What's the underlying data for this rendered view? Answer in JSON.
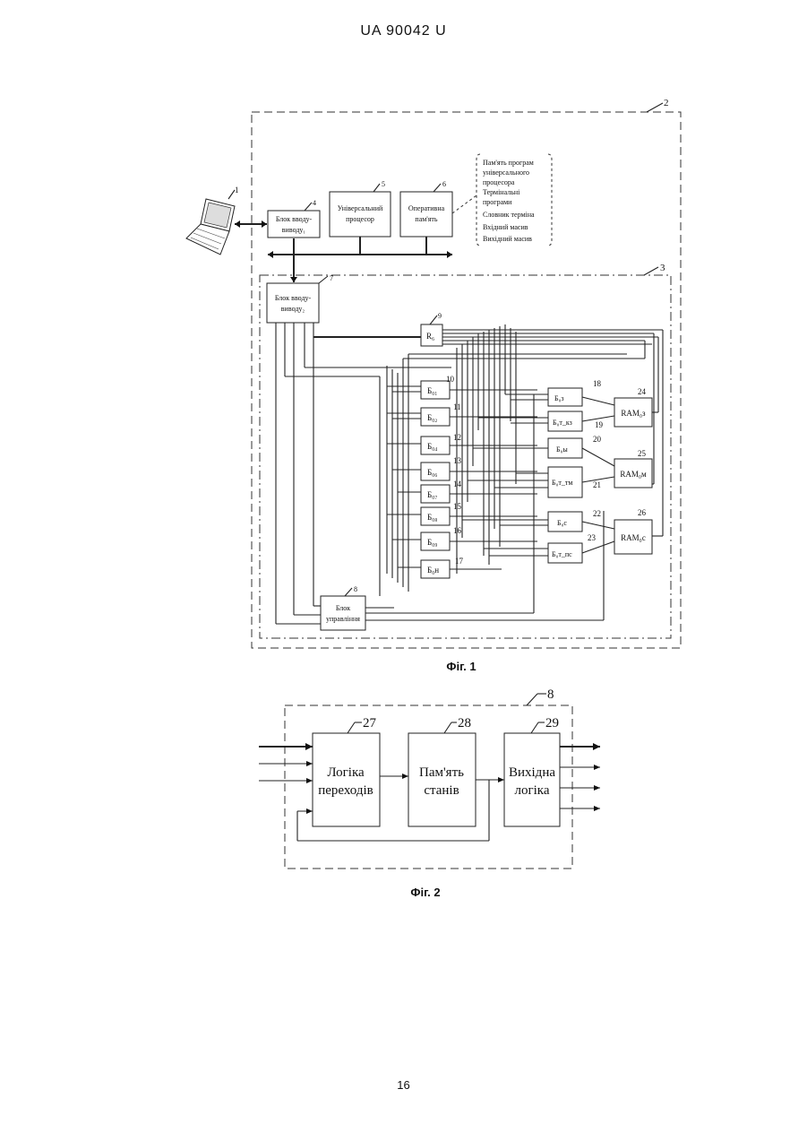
{
  "header": {
    "doc_id": "UA   90042   U"
  },
  "page_number": "16",
  "fig1": {
    "caption": "Фіг. 1",
    "refs": {
      "r1": "1",
      "r2": "2",
      "r3": "3",
      "r4": "4",
      "r5": "5",
      "r6": "6",
      "r7": "7",
      "r8": "8",
      "r9": "9"
    },
    "io1": [
      "Блок вводу-",
      "виводу₁"
    ],
    "proc": [
      "Універсальний",
      "процесор"
    ],
    "ram": [
      "Оперативна",
      "пам'ять"
    ],
    "memory_note": [
      "Пам'ять програм",
      "універсального",
      "процесора",
      "Термінальні",
      "програми",
      "Словник терміна",
      "Вхідний масив",
      "Вихідний масив"
    ],
    "io2": [
      "Блок вводу-",
      "виводу₂"
    ],
    "rg": "R₆",
    "ctrl": [
      "Блок",
      "управління"
    ],
    "left_blocks": [
      {
        "label": "Б₀₁",
        "ref": "10"
      },
      {
        "label": "Б₀₂",
        "ref": "11"
      },
      {
        "label": "Б₀₄",
        "ref": "12"
      },
      {
        "label": "Б₀₆",
        "ref": "13"
      },
      {
        "label": "Б₀₇",
        "ref": "14"
      },
      {
        "label": "Б₀₈",
        "ref": "15"
      },
      {
        "label": "Б₀₉",
        "ref": "16"
      },
      {
        "label": "Б₀н",
        "ref": "17"
      }
    ],
    "mid_blocks": [
      {
        "label": "Б₀з",
        "ref": "18"
      },
      {
        "label": "Б₀т_кз",
        "ref": "19"
      },
      {
        "label": "Б₀ы",
        "ref": "20"
      },
      {
        "label": "Б₀т_тм",
        "ref": "21"
      },
      {
        "label": "Б₀с",
        "ref": "22"
      },
      {
        "label": "Б₀т_пс",
        "ref": "23"
      }
    ],
    "ram_blocks": [
      {
        "label": "RAM₀з",
        "ref": "24"
      },
      {
        "label": "RAM₀м",
        "ref": "25"
      },
      {
        "label": "RAM₀с",
        "ref": "26"
      }
    ]
  },
  "fig2": {
    "caption": "Фіг. 2",
    "outer_ref": "8",
    "blocks": [
      {
        "ref": "27",
        "lines": [
          "Логіка",
          "переходів"
        ]
      },
      {
        "ref": "28",
        "lines": [
          "Пам'ять",
          "станів"
        ]
      },
      {
        "ref": "29",
        "lines": [
          "Вихідна",
          "логіка"
        ]
      }
    ]
  }
}
